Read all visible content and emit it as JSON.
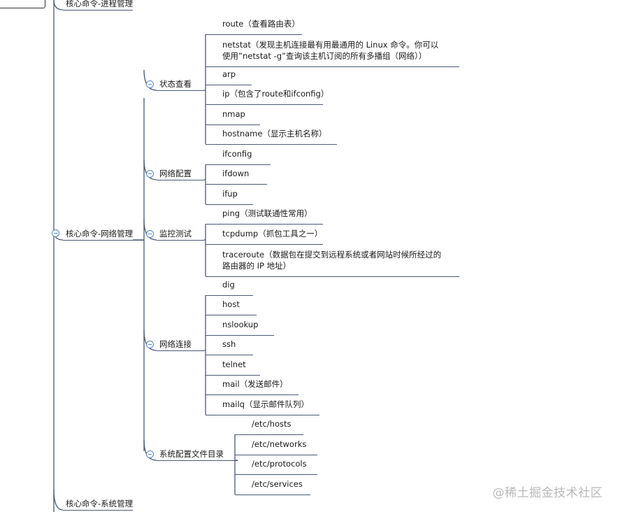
{
  "root_top": "核心命令-进程管理",
  "root_main": "核心命令-网络管理",
  "root_bottom": "核心命令-系统管理",
  "groups": [
    {
      "label": "状态查看",
      "items": [
        "route（查看路由表）",
        "netstat（发现主机连接最有用最通用的 Linux 命令。你可以使用”netstat -g”查询该主机订阅的所有多播组（网络））",
        "arp",
        "ip（包含了route和ifconfig）",
        "nmap",
        "hostname（显示主机名称）"
      ]
    },
    {
      "label": "网络配置",
      "items": [
        "ifconfig",
        "ifdown",
        "ifup"
      ]
    },
    {
      "label": "监控测试",
      "items": [
        "ping（测试联通性常用）",
        "tcpdump（抓包工具之一）",
        "traceroute（数据包在提交到远程系统或者网站时候所经过的路由器的 IP 地址）"
      ]
    },
    {
      "label": "网络连接",
      "items": [
        "dig",
        "host",
        "nslookup",
        "ssh",
        "telnet",
        "mail（发送邮件）",
        "mailq（显示邮件队列）"
      ]
    },
    {
      "label": "系统配置文件目录",
      "items": [
        "/etc/hosts",
        "/etc/networks",
        "/etc/protocols",
        "/etc/services"
      ]
    }
  ],
  "watermark": "@稀土掘金技术社区"
}
